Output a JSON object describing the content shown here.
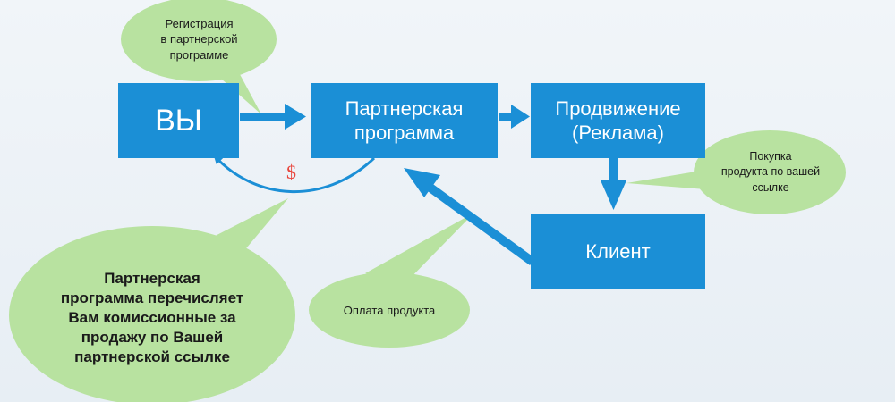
{
  "colors": {
    "box": "#1b8fd6",
    "arrow": "#1b8fd6",
    "bubble": "#b8e2a0",
    "dollar": "#e8453c"
  },
  "nodes": {
    "you": "ВЫ",
    "program": "Партнерская программа",
    "promotion_line1": "Продвижение",
    "promotion_line2": "(Реклама)",
    "client": "Клиент"
  },
  "callouts": {
    "registration": "Регистрация\nв партнерской\nпрограмме",
    "purchase": "Покупка\nпродукта по вашей\nссылке",
    "payment": "Оплата продукта",
    "commission": "Партнерская\nпрограмма перечисляет\nВам комиссионные за\nпродажу по Вашей\nпартнерской ссылке"
  },
  "symbols": {
    "money": "$"
  }
}
